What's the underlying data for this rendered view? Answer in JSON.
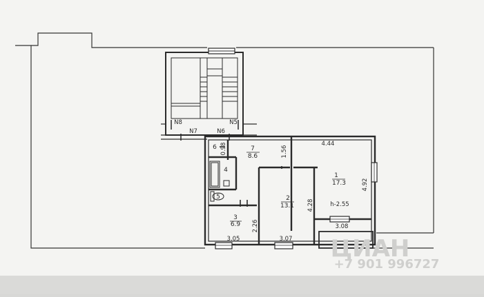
{
  "plan": {
    "colors": {
      "background": "#d8d8d6",
      "paper": "#f4f4f2",
      "wall": "#2a2a2a",
      "window": "#555555"
    },
    "rooms": [
      {
        "number": "1",
        "area": "17.3"
      },
      {
        "number": "2",
        "area": "13.1"
      },
      {
        "number": "3",
        "area": "6.9"
      },
      {
        "number": "4",
        "area": ""
      },
      {
        "number": "5",
        "area": ""
      },
      {
        "number": "6",
        "area": ""
      },
      {
        "number": "7",
        "area": "8.6"
      }
    ],
    "dimensions": [
      "4.44",
      "4.92",
      "1.56",
      "0.98",
      "4.28",
      "2.26",
      "3.05",
      "3.07",
      "3.08"
    ],
    "ceiling_height": "h-2.55",
    "markers": [
      "N8",
      "N5",
      "N7",
      "N6"
    ],
    "watermark": {
      "brand": "ЦИАН",
      "phone": "+7 901 996727"
    }
  }
}
